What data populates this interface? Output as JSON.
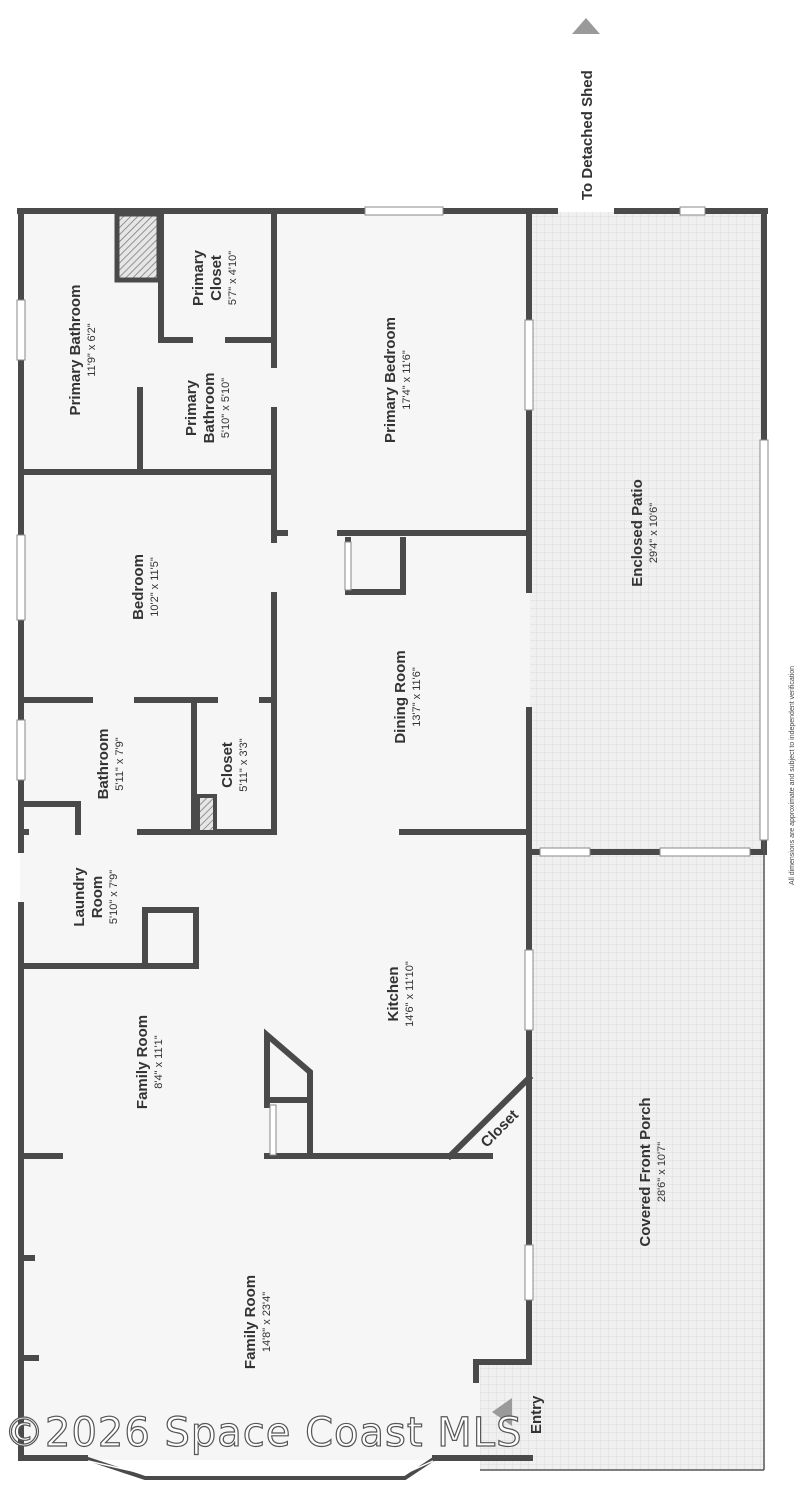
{
  "labels": {
    "detached_shed": "To Detached Shed",
    "entry": "Entry",
    "disclaimer": "All dimensions are approximate and subject to independent verification",
    "watermark": "©2026 Space Coast MLS"
  },
  "rooms": {
    "primary_bathroom_1": {
      "name": "Primary Bathroom",
      "dims": "11'9\" x 6'2\""
    },
    "primary_closet": {
      "name1": "Primary",
      "name2": "Closet",
      "dims": "5'7\" x 4'10\""
    },
    "primary_bathroom_2": {
      "name1": "Primary",
      "name2": "Bathroom",
      "dims": "5'10\" x 5'10\""
    },
    "primary_bedroom": {
      "name": "Primary Bedroom",
      "dims": "17'4\" x 11'6\""
    },
    "bedroom": {
      "name": "Bedroom",
      "dims": "10'2\" x 11'5\""
    },
    "bathroom": {
      "name": "Bathroom",
      "dims": "5'11\" x 7'9\""
    },
    "closet": {
      "name": "Closet",
      "dims": "5'11\" x 3'3\""
    },
    "laundry_room": {
      "name1": "Laundry",
      "name2": "Room",
      "dims": "5'10\" x 7'9\""
    },
    "dining_room": {
      "name": "Dining Room",
      "dims": "13'7\" x 11'6\""
    },
    "kitchen": {
      "name": "Kitchen",
      "dims": "14'6\" x 11'10\""
    },
    "family_room_small": {
      "name": "Family Room",
      "dims": "8'4\" x 11'1\""
    },
    "family_room_large": {
      "name": "Family Room",
      "dims": "14'8\" x 23'4\""
    },
    "enclosed_patio": {
      "name": "Enclosed Patio",
      "dims": "29'4\" x 10'6\""
    },
    "covered_front_porch": {
      "name": "Covered Front Porch",
      "dims": "28'6\" x 10'7\""
    },
    "front_closet": {
      "name": "Closet"
    }
  },
  "colors": {
    "wall": "#4a4a4a",
    "floor": "#f5f5f5",
    "tile": "#dcdcdc",
    "hatch": "#777777"
  }
}
